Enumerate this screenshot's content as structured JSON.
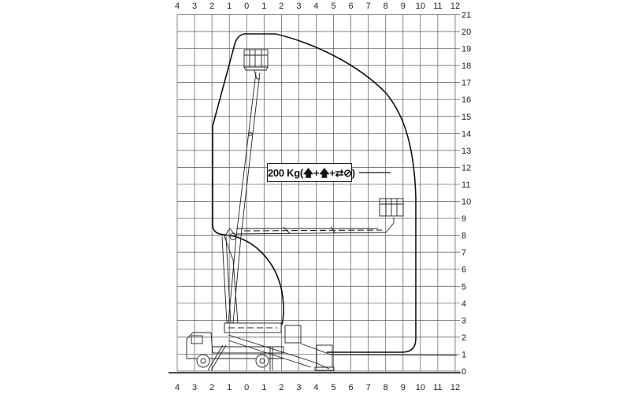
{
  "diagram": {
    "x_ticks": [
      "4",
      "3",
      "2",
      "1",
      "0",
      "1",
      "2",
      "3",
      "4",
      "5",
      "6",
      "7",
      "8",
      "9",
      "10",
      "11",
      "12"
    ],
    "y_ticks": [
      "0",
      "1",
      "2",
      "3",
      "4",
      "5",
      "6",
      "7",
      "8",
      "9",
      "10",
      "11",
      "12",
      "13",
      "14",
      "15",
      "16",
      "17",
      "18",
      "19",
      "20",
      "21"
    ],
    "load_label": "200 Kg(🡅+🡅+⇄⊘)",
    "line_color": "#111111"
  }
}
